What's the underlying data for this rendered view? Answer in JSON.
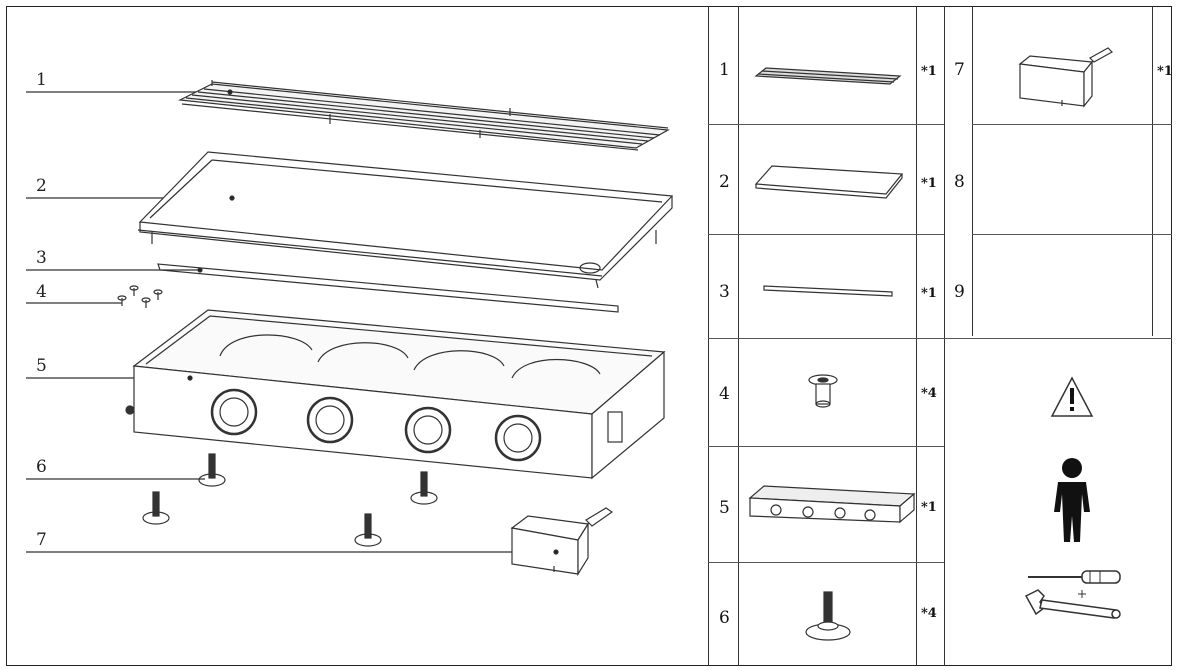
{
  "diagram": {
    "callouts": [
      "1",
      "2",
      "3",
      "4",
      "5",
      "6",
      "7"
    ]
  },
  "parts_table": {
    "rows": [
      {
        "number": "1",
        "qty": "*1",
        "part": "cooking-grate"
      },
      {
        "number": "2",
        "qty": "*1",
        "part": "griddle-plate"
      },
      {
        "number": "3",
        "qty": "*1",
        "part": "grease-channel-rod"
      },
      {
        "number": "4",
        "qty": "*4",
        "part": "screw"
      },
      {
        "number": "5",
        "qty": "*1",
        "part": "burner-body"
      },
      {
        "number": "6",
        "qty": "*4",
        "part": "adjustable-foot"
      }
    ],
    "extra_rows": [
      {
        "number": "7",
        "qty": "*1",
        "part": "grease-tray"
      },
      {
        "number": "8",
        "qty": "",
        "part": ""
      },
      {
        "number": "9",
        "qty": "",
        "part": ""
      }
    ]
  },
  "icons": [
    "warning-icon",
    "person-icon",
    "screwdriver-icon",
    "wrench-icon"
  ]
}
